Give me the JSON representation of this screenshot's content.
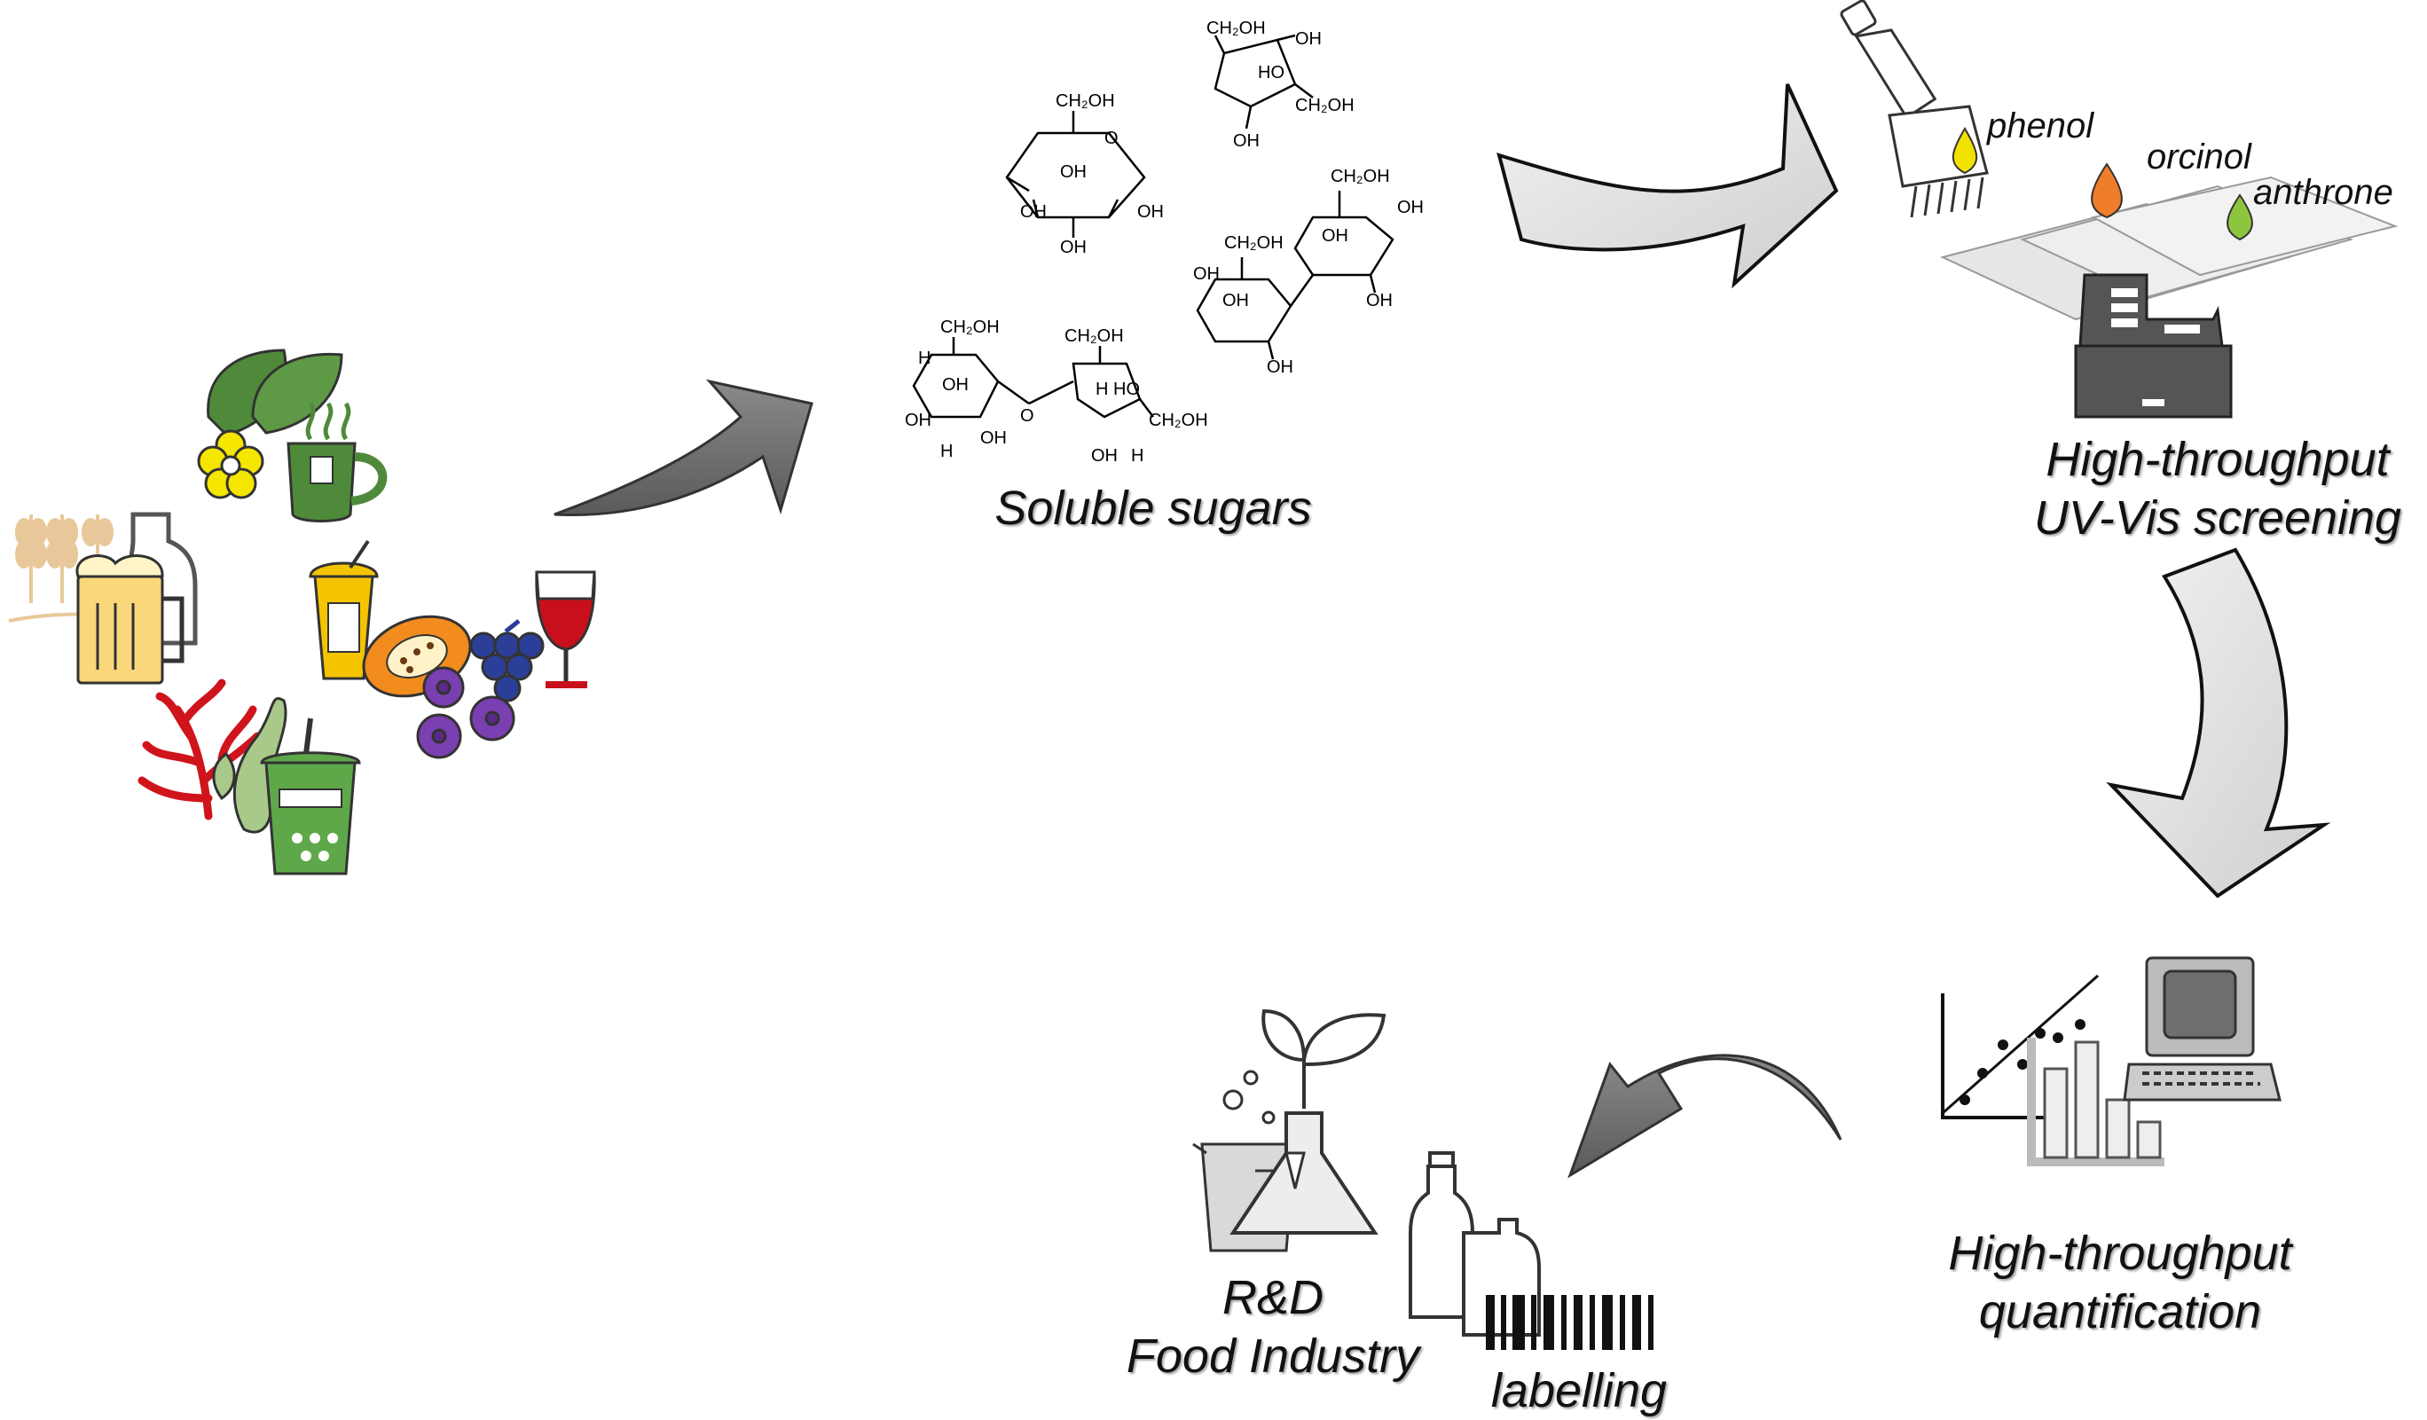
{
  "labels": {
    "soluble_sugars": "Soluble sugars",
    "screening_line1": "High-throughput",
    "screening_line2": "UV-Vis screening",
    "quant_line1": "High-throughput",
    "quant_line2": "quantification",
    "rd_line1": "R&D",
    "rd_line2": "Food Industry",
    "labelling": "labelling"
  },
  "reagents": [
    "phenol",
    "orcinol",
    "anthrone"
  ],
  "chem_text": {
    "ch2oh": "CH₂OH",
    "oh": "OH",
    "ho": "HO",
    "h": "H",
    "o": "O"
  },
  "colors": {
    "arrow_dark": "#6e6e6e",
    "arrow_light": "#e0e0e0",
    "phenol": "#f2e200",
    "orcinol": "#ef7d2a",
    "anthrone": "#8cc63f",
    "green_leaf": "#4f8a3a",
    "yellow_food": "#f5c400",
    "red_algae": "#d0141c",
    "purple_fruit": "#7a3fb0",
    "blue_grapes": "#2b3f99"
  },
  "icons": [
    "food-samples-icon",
    "pipette-icon",
    "microplate-icon",
    "plate-reader-icon",
    "calibration-plot-icon",
    "computer-icon",
    "lab-glassware-icon",
    "bottles-icon",
    "barcode-icon"
  ]
}
